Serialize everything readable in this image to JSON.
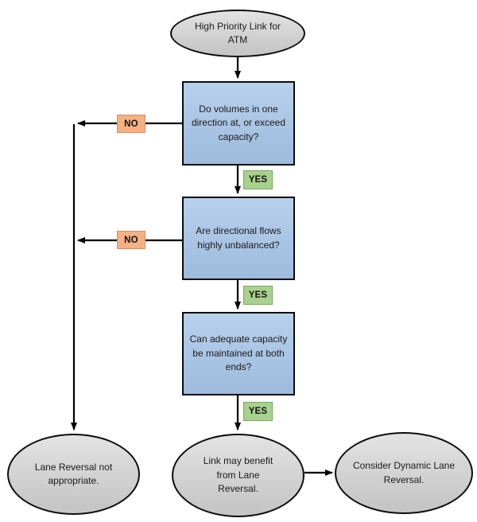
{
  "diagram": {
    "type": "flowchart",
    "nodes": {
      "start": {
        "label": "High Priority Link for ATM",
        "shape": "ellipse"
      },
      "decision1": {
        "label": "Do volumes in one direction at, or exceed capacity?",
        "shape": "rectangle"
      },
      "decision2": {
        "label": "Are directional flows highly unbalanced?",
        "shape": "rectangle"
      },
      "decision3": {
        "label": "Can adequate capacity be maintained at both ends?",
        "shape": "rectangle"
      },
      "outcome_not_appropriate": {
        "label": "Lane Reversal not appropriate.",
        "shape": "ellipse"
      },
      "outcome_benefit": {
        "label": "Link may benefit from Lane Reversal.",
        "shape": "ellipse"
      },
      "outcome_consider": {
        "label": "Consider Dynamic Lane Reversal.",
        "shape": "ellipse"
      }
    },
    "edge_labels": {
      "no1": "NO",
      "no2": "NO",
      "yes1": "YES",
      "yes2": "YES",
      "yes3": "YES"
    },
    "edges": [
      {
        "from": "start",
        "to": "decision1",
        "label": ""
      },
      {
        "from": "decision1",
        "to": "decision2",
        "label": "YES"
      },
      {
        "from": "decision1",
        "to": "outcome_not_appropriate",
        "label": "NO"
      },
      {
        "from": "decision2",
        "to": "decision3",
        "label": "YES"
      },
      {
        "from": "decision2",
        "to": "outcome_not_appropriate",
        "label": "NO"
      },
      {
        "from": "decision3",
        "to": "outcome_benefit",
        "label": "YES"
      },
      {
        "from": "outcome_benefit",
        "to": "outcome_consider",
        "label": ""
      }
    ],
    "colors": {
      "page_bg": "#ffffff",
      "process_fill": "#a6c5e8",
      "process_border": "#0d0d0d",
      "terminator_fill": "#d2d2d2",
      "terminator_border": "#0d0d0d",
      "no_fill": "#f4b183",
      "no_border": "#d98c5f",
      "yes_fill": "#a9d18e",
      "yes_border": "#7aa95c",
      "connector": "#000000",
      "text": "#1a1a1a"
    }
  }
}
